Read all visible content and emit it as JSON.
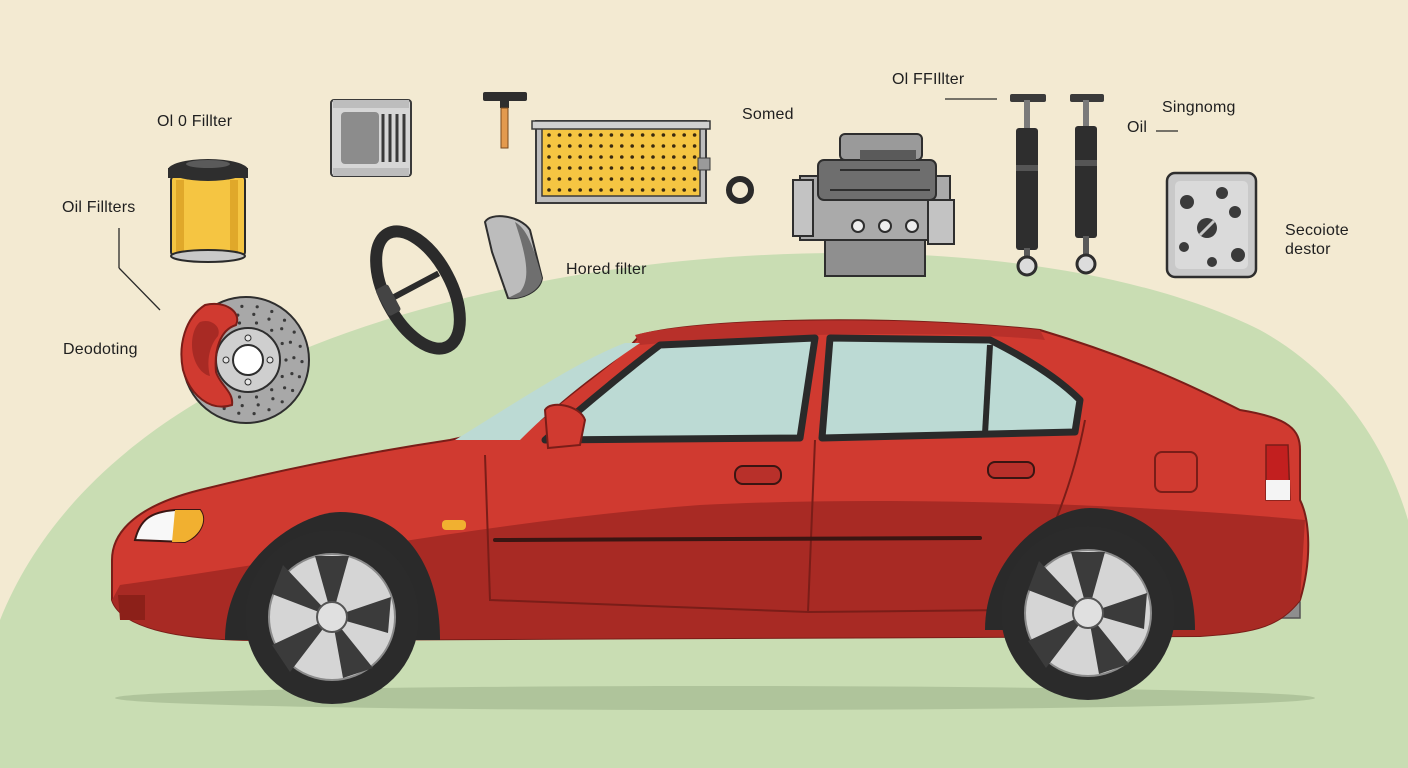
{
  "labels": {
    "oil_0_filter": "Ol 0 Fillter",
    "oil_filters": "Oil Fillters",
    "deodoting": "Deodoting",
    "hored_filter": "Hored filter",
    "somed": "Somed",
    "ol_ffillter": "Ol FFIllter",
    "singnomg": "Singnomg",
    "oil": "Oil",
    "secoiote_destor": "Secoiote destor"
  },
  "colors": {
    "background": "#f3ead2",
    "hill": "#c9ddb3",
    "car_body": "#d03a30",
    "car_shadow": "#a82a24",
    "window_glass": "#bcdad4",
    "filter_yellow": "#f5c542"
  },
  "icons": [
    "oil-filter-icon",
    "air-filter-icon",
    "cabin-filter-icon",
    "brake-disc-icon",
    "steering-wheel-icon",
    "brake-pad-icon",
    "gasket-ring-icon",
    "engine-icon",
    "shock-absorber-icon",
    "sensor-plate-icon",
    "hammer-tool-icon",
    "car-icon"
  ]
}
